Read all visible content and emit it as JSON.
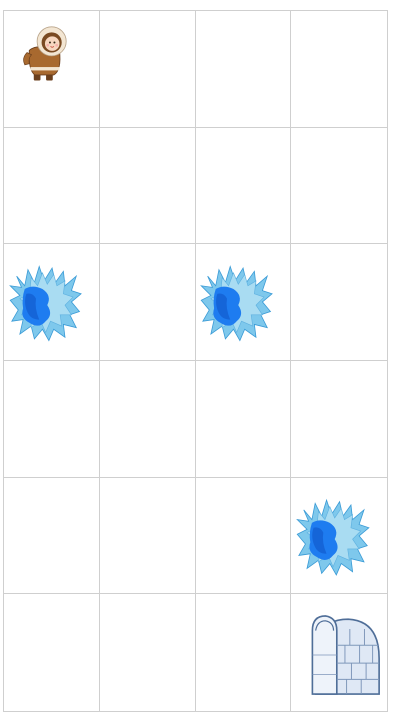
{
  "game": {
    "grid": {
      "rows": 6,
      "cols": 4
    },
    "pieces": [
      {
        "type": "eskimo-icon",
        "row": 0,
        "col": 0
      },
      {
        "type": "ice-hole-icon",
        "row": 2,
        "col": 0
      },
      {
        "type": "ice-hole-icon",
        "row": 2,
        "col": 2
      },
      {
        "type": "ice-hole-icon",
        "row": 4,
        "col": 3
      },
      {
        "type": "igloo-icon",
        "row": 5,
        "col": 3
      }
    ],
    "colors": {
      "grid_line": "#cfcfcf",
      "ice_dark": "#1e7cf0",
      "ice_light": "#7ec8ec",
      "igloo": "#dfe8f5",
      "igloo_outline": "#4f6e98",
      "eskimo_coat": "#a8692f",
      "eskimo_hood": "#f3e6d3"
    }
  }
}
